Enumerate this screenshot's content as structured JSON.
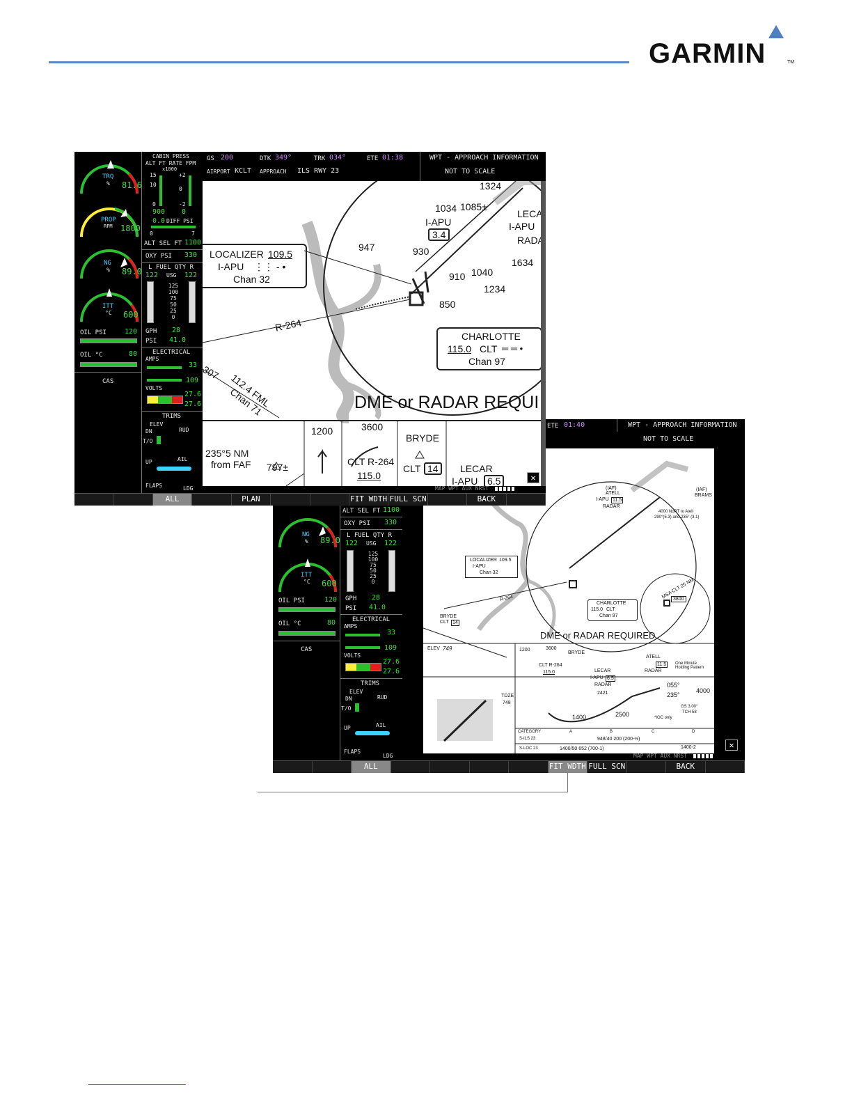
{
  "brand": {
    "name": "GARMIN",
    "tm": "TM"
  },
  "screen1": {
    "eis": {
      "trq_label": "TRQ",
      "trq_unit": "%",
      "trq_value": "81.6",
      "prop_label": "PROP",
      "prop_unit": "RPM",
      "prop_value": "1800",
      "ng_label": "NG",
      "ng_unit": "%",
      "ng_value": "89.0",
      "itt_label": "ITT",
      "itt_unit": "°C",
      "itt_value": "600",
      "oil_psi_label": "OIL PSI",
      "oil_psi_value": "120",
      "oil_c_label": "OIL °C",
      "oil_c_value": "80",
      "cas_label": "CAS",
      "cabin_title": "CABIN PRESS",
      "cabin_sub": "ALT FT RATE FPM",
      "cabin_mult": "x1000",
      "alt_scale": [
        "15",
        "10",
        "0"
      ],
      "rate_scale": [
        "+2",
        "0",
        "-2"
      ],
      "cabin_alt": "900",
      "cabin_rate": "0",
      "diff_label": "DIFF PSI",
      "diff_value": "0.0",
      "diff_scale": [
        "0",
        "7"
      ],
      "alt_sel_label": "ALT SEL FT",
      "alt_sel_value": "1100",
      "oxy_label": "OXY PSI",
      "oxy_value": "330",
      "fuel_title": "L  FUEL QTY  R",
      "fuel_left": "122",
      "fuel_unit": "USG",
      "fuel_right": "122",
      "fuel_scale": [
        "125",
        "100",
        "75",
        "50",
        "25",
        "0"
      ],
      "gph_label": "GPH",
      "gph_value": "28",
      "psi_label": "PSI",
      "psi_value": "41.0",
      "elec_title": "ELECTRICAL",
      "amps_label": "AMPS",
      "amps_1": "33",
      "amps_2": "109",
      "volts_label": "VOLTS",
      "volts_1": "27.6",
      "volts_2": "27.6",
      "trims_title": "TRIMS",
      "elev_label": "ELEV",
      "rud_label": "RUD",
      "dn_label": "DN",
      "to_label": "T/O",
      "up_label": "UP",
      "ail_label": "AIL",
      "flaps_label": "FLAPS",
      "ldg_label": "LDG"
    },
    "top": {
      "gs_label": "GS",
      "gs_value": "200",
      "dtk_label": "DTK",
      "dtk_value": "349°",
      "trk_label": "TRK",
      "trk_value": "034°",
      "ete_label": "ETE",
      "ete_value": "01:38",
      "page_title": "WPT - APPROACH INFORMATION",
      "airport_label": "AIRPORT",
      "airport_value": "KCLT",
      "approach_label": "APPROACH",
      "approach_value": "ILS RWY 23",
      "scale_note": "NOT TO SCALE"
    },
    "chart": {
      "loc_title": "LOCALIZER",
      "loc_freq": "109.5",
      "loc_id": "I-APU",
      "loc_chan": "Chan 32",
      "clt_name": "CHARLOTTE",
      "clt_freq": "115.0",
      "clt_id": "CLT",
      "clt_chan": "Chan 97",
      "radial": "R-264",
      "fml": "112.4 FML",
      "fml_chan": "Chan 71",
      "fml_num": "307",
      "dme_note": "DME or RADAR REQUI",
      "elevs": [
        "1324",
        "1034",
        "1085±",
        "947",
        "930",
        "910",
        "1040",
        "1634",
        "1234",
        "850"
      ],
      "iapu": "I-APU",
      "iapu_dme": "3.4",
      "lecar": "LECA",
      "lecar_iapu": "I-APU",
      "radar": "RADA",
      "prof_235": "235°5 NM",
      "prof_from": "from FAF",
      "prof_797": "797±",
      "prof_1200": "1200",
      "prof_3600": "3600",
      "prof_clt": "CLT R-264",
      "prof_115": "115.0",
      "bryde": "BRYDE",
      "bryde_clt": "CLT",
      "bryde_dme": "14",
      "lecar2": "LECAR",
      "lecar2_iapu": "I-APU",
      "lecar2_dme": "6.5"
    },
    "status_right": "MAP WPT AUX NRST",
    "softkeys": [
      "",
      "",
      "ALL",
      "",
      "PLAN",
      "",
      "",
      "FIT WDTH",
      "FULL SCN",
      "",
      "BACK",
      ""
    ]
  },
  "screen2": {
    "eis": {
      "ng_label": "NG",
      "ng_unit": "%",
      "ng_value": "89.0",
      "itt_label": "ITT",
      "itt_unit": "°C",
      "itt_value": "600",
      "oil_psi_label": "OIL PSI",
      "oil_psi_value": "120",
      "oil_c_label": "OIL °C",
      "oil_c_value": "80",
      "cas_label": "CAS",
      "alt_sel_label": "ALT SEL FT",
      "alt_sel_value": "1100",
      "oxy_label": "OXY PSI",
      "oxy_value": "330",
      "fuel_title": "L  FUEL QTY  R",
      "fuel_left": "122",
      "fuel_unit": "USG",
      "fuel_right": "122",
      "fuel_scale": [
        "125",
        "100",
        "75",
        "50",
        "25",
        "0"
      ],
      "gph_label": "GPH",
      "gph_value": "28",
      "psi_label": "PSI",
      "psi_value": "41.0",
      "elec_title": "ELECTRICAL",
      "amps_label": "AMPS",
      "amps_1": "33",
      "amps_2": "109",
      "volts_label": "VOLTS",
      "volts_1": "27.6",
      "volts_2": "27.6",
      "trims_title": "TRIMS",
      "elev_label": "ELEV",
      "rud_label": "RUD",
      "dn_label": "DN",
      "to_label": "T/O",
      "up_label": "UP",
      "ail_label": "AIL",
      "flaps_label": "FLAPS",
      "ldg_label": "LDG"
    },
    "top": {
      "ete_label": "ETE",
      "ete_value": "01:40",
      "page_title": "WPT - APPROACH INFORMATION",
      "scale_note": "NOT TO SCALE"
    },
    "chart": {
      "iaf_atell": "(IAF)",
      "atell": "ATELL",
      "atell_iapu": "I-APU",
      "atell_dme": "11.5",
      "atell_radar": "RADAR",
      "iaf_brams": "(IAF)",
      "brams": "BRAMS",
      "note_4000": "4000 NoPT to Atell",
      "note_290": "290°(5.3) and 235° (3.1)",
      "loc_title": "LOCALIZER",
      "loc_freq": "109.5",
      "loc_id": "I-APU",
      "loc_chan": "Chan 32",
      "clt_name": "CHARLOTTE",
      "clt_freq": "115.0",
      "clt_id": "CLT",
      "clt_chan": "Chan 97",
      "radial": "R-264",
      "bryde": "BRYDE",
      "bryde_clt": "CLT",
      "bryde_dme": "14",
      "msa": "MSA CLT 25 NM",
      "msa_alt": "3800",
      "dme_note": "DME or RADAR REQUIRED",
      "elev_label": "ELEV",
      "elev_value": "749",
      "tdze": "TDZE",
      "tdze_value": "748",
      "prof_1200": "1200",
      "prof_3600": "3600",
      "prof_clt": "CLT R-264",
      "prof_115": "115.0",
      "prof_bryde": "BRYDE",
      "prof_lecar": "LECAR",
      "prof_iapu": "I-APU",
      "prof_dme": "6.5",
      "prof_radar": "RADAR",
      "prof_atell": "ATELL",
      "prof_atell_dme": "11.5",
      "prof_atell_radar": "RADAR",
      "holding": "One Minute Holding Pattern",
      "prof_055": "055°",
      "prof_235": "235°",
      "prof_4000": "4000",
      "prof_2421": "2421",
      "prof_1400": "1400",
      "prof_2500": "2500",
      "gs": "GS 3.00°",
      "tch": "TCH 58",
      "ioc": "*IOC only",
      "cat_label": "CATEGORY",
      "cat_a": "A",
      "cat_b": "B",
      "cat_c": "C",
      "cat_d": "D",
      "sils": "S-ILS 23",
      "sils_val": "948/40   200 (200-½)",
      "sloc": "S-LOC 23",
      "sloc_val": "1400/50   652 (700-1)",
      "sloc_d": "1400-2"
    },
    "status_right": "MAP WPT AUX NRST",
    "softkeys": [
      "",
      "",
      "ALL",
      "",
      "",
      "",
      "",
      "FIT WDTH",
      "FULL SCN",
      "",
      "BACK",
      ""
    ]
  }
}
